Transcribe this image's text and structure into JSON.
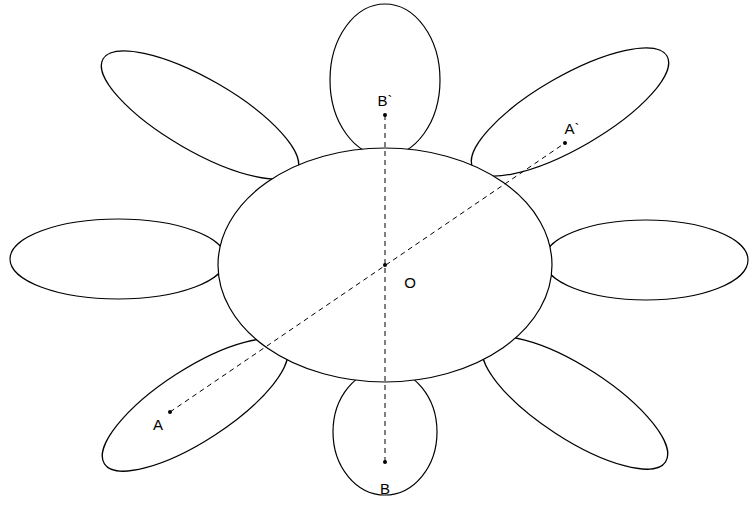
{
  "diagram": {
    "labels": [
      "B`",
      "A`",
      "O",
      "A",
      "B"
    ]
  }
}
